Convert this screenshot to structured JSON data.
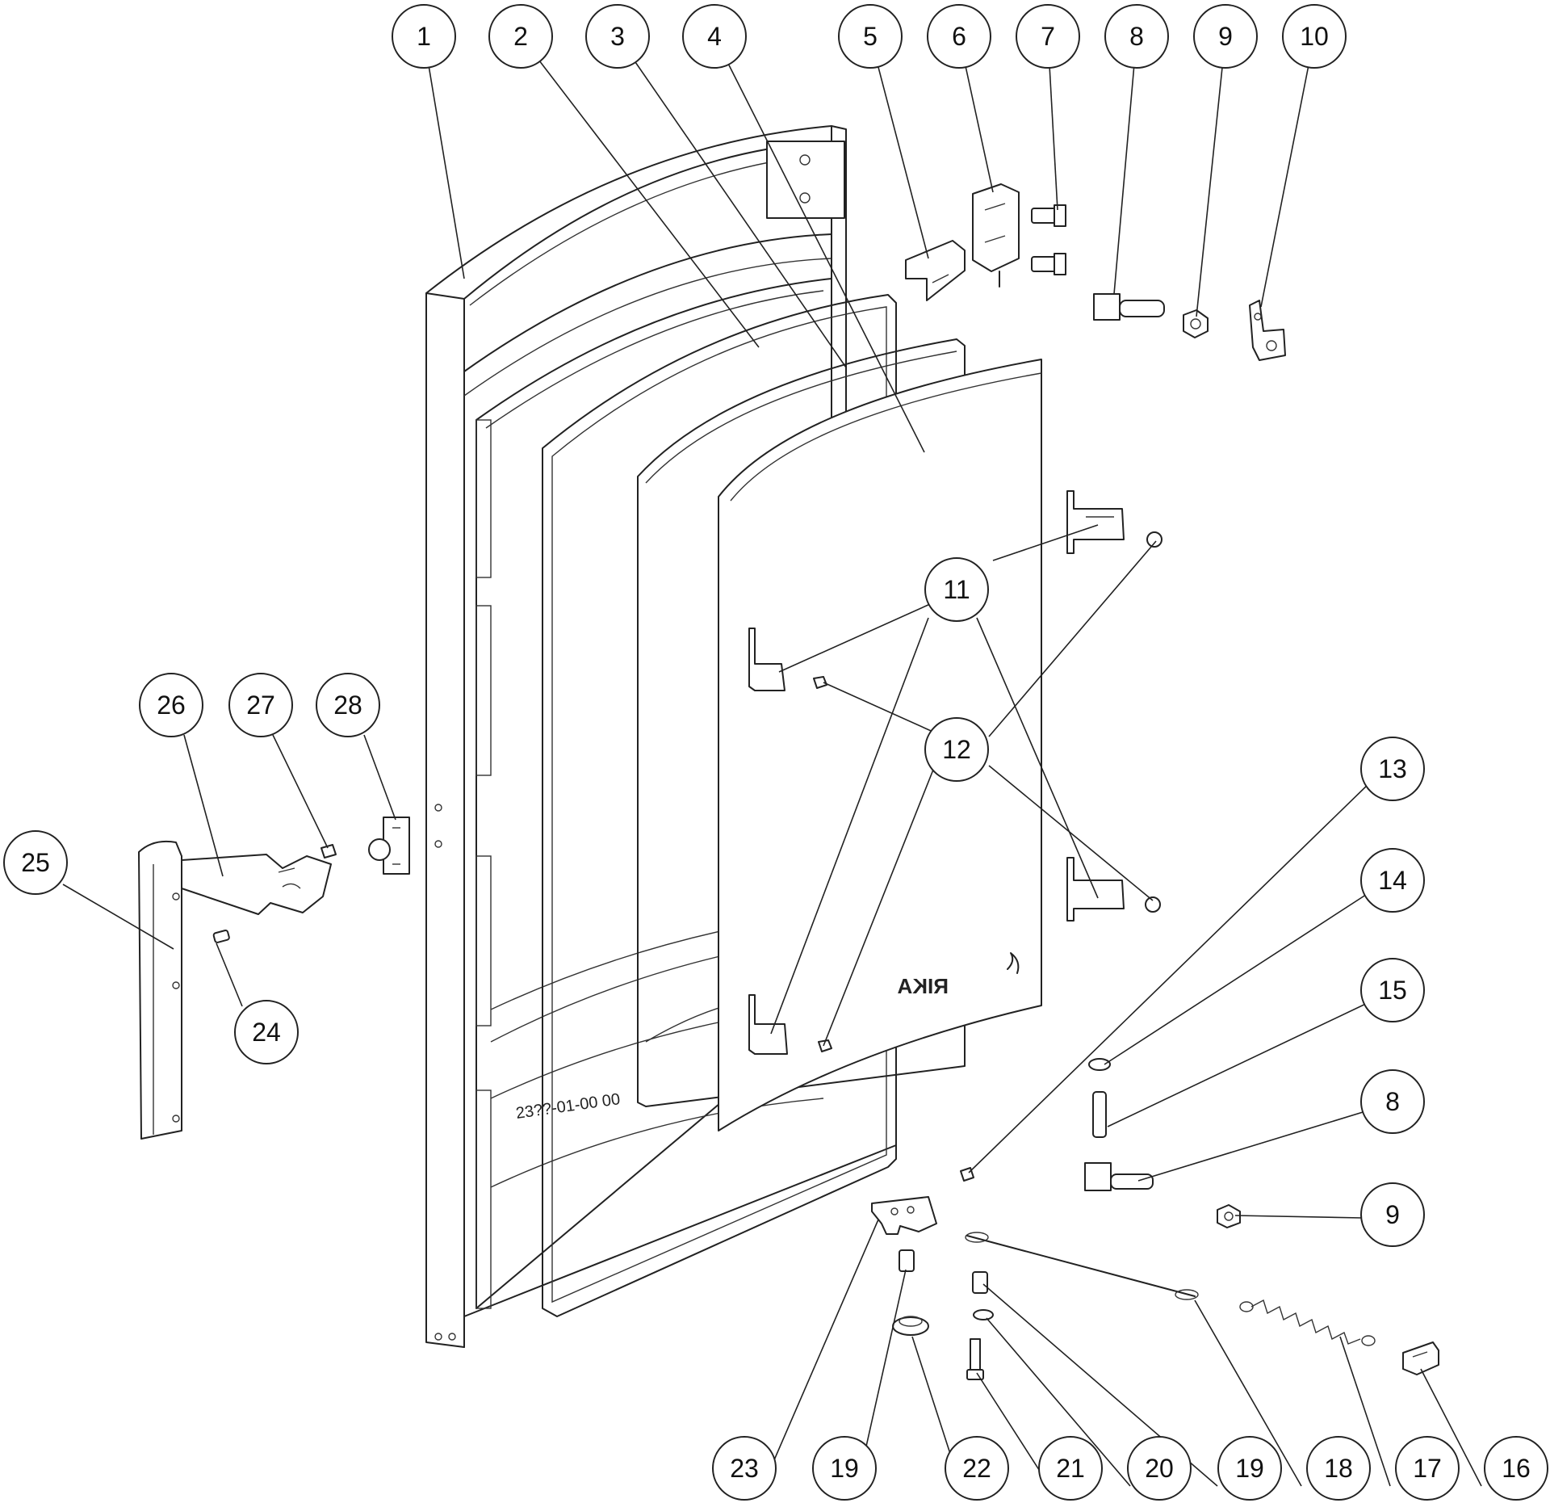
{
  "callouts": [
    {
      "label": "1"
    },
    {
      "label": "2"
    },
    {
      "label": "3"
    },
    {
      "label": "4"
    },
    {
      "label": "5"
    },
    {
      "label": "6"
    },
    {
      "label": "7"
    },
    {
      "label": "8"
    },
    {
      "label": "9"
    },
    {
      "label": "10"
    },
    {
      "label": "11"
    },
    {
      "label": "12"
    },
    {
      "label": "13"
    },
    {
      "label": "14"
    },
    {
      "label": "15"
    },
    {
      "label": "8"
    },
    {
      "label": "9"
    },
    {
      "label": "16"
    },
    {
      "label": "17"
    },
    {
      "label": "18"
    },
    {
      "label": "19"
    },
    {
      "label": "20"
    },
    {
      "label": "21"
    },
    {
      "label": "22"
    },
    {
      "label": "19"
    },
    {
      "label": "23"
    },
    {
      "label": "24"
    },
    {
      "label": "25"
    },
    {
      "label": "26"
    },
    {
      "label": "27"
    },
    {
      "label": "28"
    }
  ],
  "door_logo": "RIKA",
  "frame_engraving": "23??-01-00 00"
}
